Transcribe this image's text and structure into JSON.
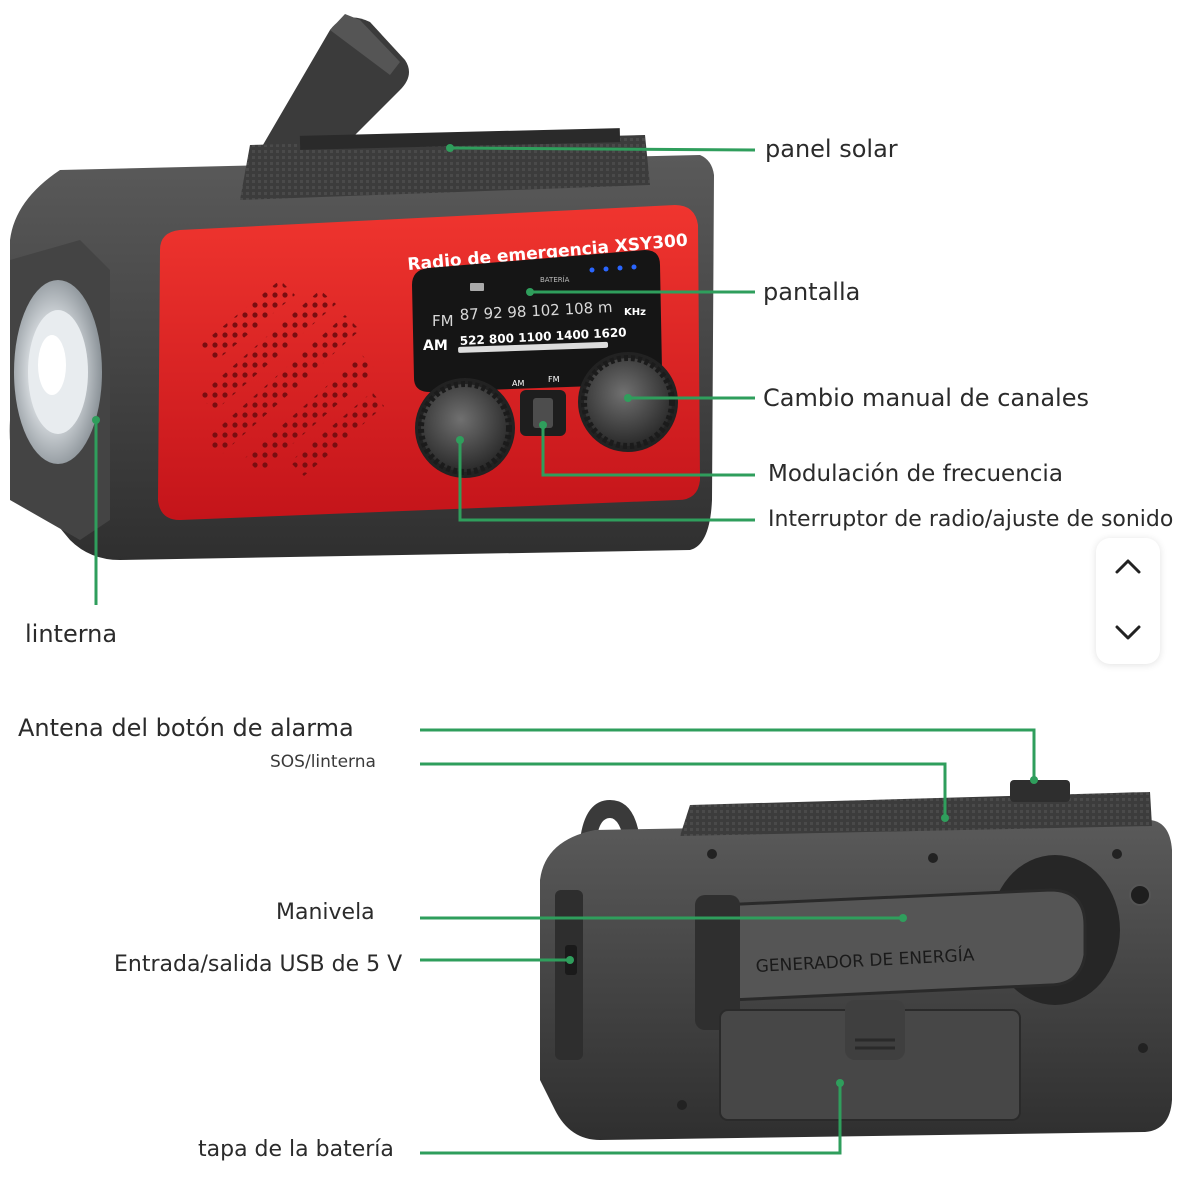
{
  "top_radio": {
    "brand_text": "Radio de emergencia XSY300",
    "display": {
      "battery_label": "BATERÍA",
      "fm_label": "FM",
      "fm_scale": "87  92  98  102  108  m",
      "am_label": "AM",
      "am_scale": "522   800  1100  1400  1620",
      "khz_label": "KHz"
    },
    "switch_top": "FM",
    "switch_side": "AM"
  },
  "bottom_radio": {
    "panel_text": "GENERADOR DE ENERGÍA"
  },
  "labels": {
    "panel_solar": "panel solar",
    "pantalla": "pantalla",
    "cambio_manual": "Cambio manual de canales",
    "modulacion": "Modulación de frecuencia",
    "interruptor": "Interruptor de radio/ajuste de sonido",
    "linterna": "linterna",
    "antena": "Antena del botón de alarma",
    "sos": "SOS/linterna",
    "manivela": "Manivela",
    "usb": "Entrada/salida USB de 5 V",
    "tapa": "tapa de la batería"
  },
  "colors": {
    "leader_line": "#2f9e5c",
    "radio_red": "#e52320",
    "radio_dark": "#3a3a3a",
    "label_text": "#2b2b2b"
  },
  "icons": {
    "scroll_up": "chevron-up-icon",
    "scroll_down": "chevron-down-icon"
  }
}
